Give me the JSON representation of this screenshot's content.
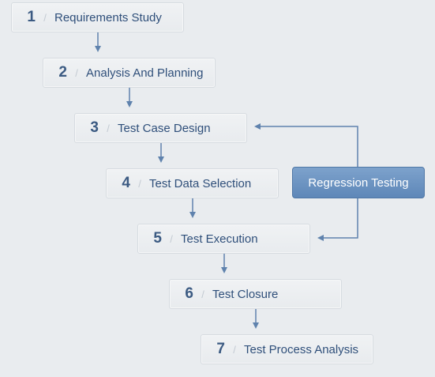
{
  "steps": [
    {
      "number": "1",
      "label": "Requirements Study"
    },
    {
      "number": "2",
      "label": "Analysis And Planning"
    },
    {
      "number": "3",
      "label": "Test Case Design"
    },
    {
      "number": "4",
      "label": "Test Data Selection"
    },
    {
      "number": "5",
      "label": "Test Execution"
    },
    {
      "number": "6",
      "label": "Test Closure"
    },
    {
      "number": "7",
      "label": "Test Process Analysis"
    }
  ],
  "regression": {
    "label": "Regression Testing"
  },
  "colors": {
    "background": "#e9ecef",
    "step_text": "#2f4f7a",
    "step_number": "#3b5a82",
    "connector": "#5f82ad",
    "regression_fill": "#6c93c2",
    "regression_text": "#ffffff"
  }
}
